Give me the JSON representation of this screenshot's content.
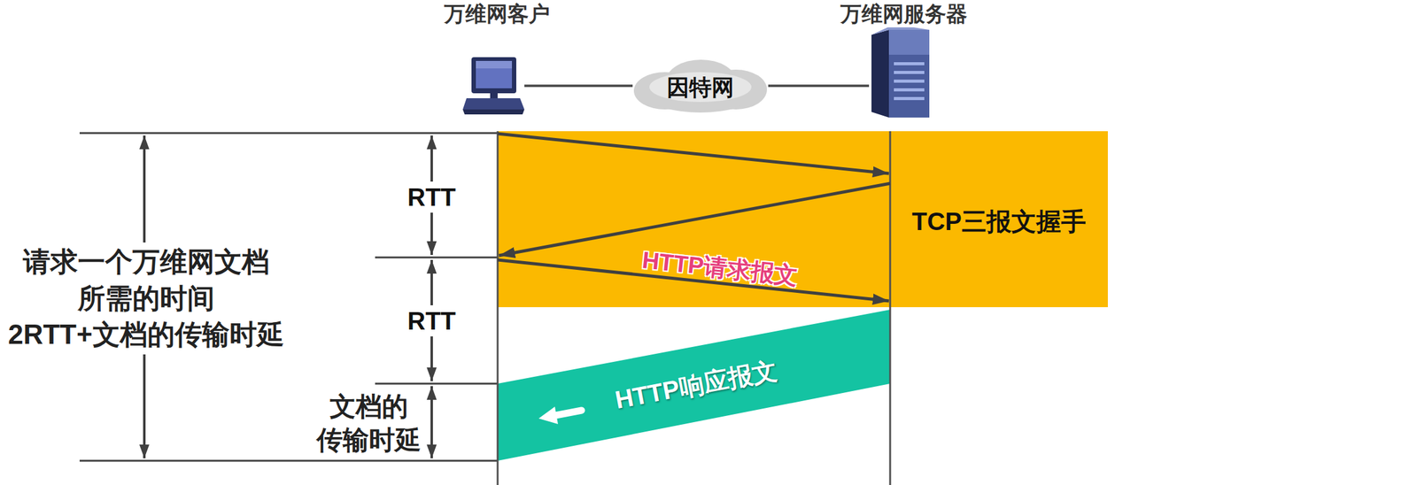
{
  "diagram": {
    "nodes": [
      {
        "text": [
          "万维网客户"
        ]
      },
      {
        "text": [
          "因特网"
        ]
      },
      {
        "text": [
          "万维网服务器"
        ]
      },
      {
        "text": [
          "TCP三报文握手"
        ]
      },
      {
        "text": [
          "HTTP响应报文"
        ]
      }
    ],
    "edges": [
      {
        "from": 0,
        "to": 1,
        "arrow": "none"
      },
      {
        "from": 1,
        "to": 2,
        "arrow": "none"
      }
    ],
    "labels": [
      "RTT",
      "RTT",
      "请求一个万维网文档 所需的时间 2RTT+文档的传输时延",
      "文档的 传输时延",
      "HTTP请求报文"
    ]
  }
}
